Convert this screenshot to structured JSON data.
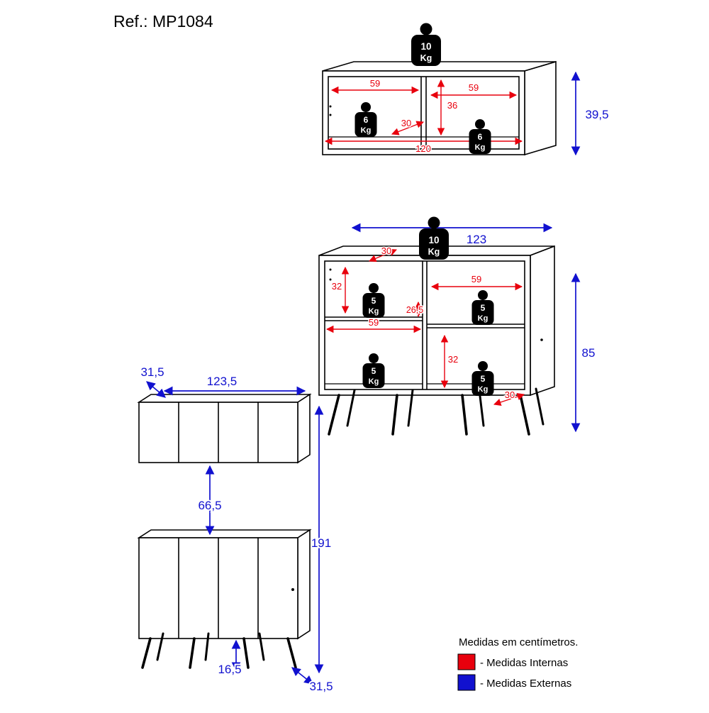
{
  "title": "Ref.: MP1084",
  "colors": {
    "internal": "#e8000d",
    "external": "#1111cf",
    "line": "#000000"
  },
  "legend": {
    "heading": "Medidas em centímetros.",
    "internal_label": "- Medidas Internas",
    "external_label": "- Medidas Externas"
  },
  "wall_cabinet": {
    "weights": {
      "top": {
        "v": "10",
        "u": "Kg"
      },
      "left": {
        "v": "6",
        "u": "Kg"
      },
      "right": {
        "v": "6",
        "u": "Kg"
      }
    },
    "dims": {
      "left_width": "59",
      "right_width": "59",
      "height": "36",
      "depth": "30",
      "width": "120",
      "ext_height": "39,5"
    }
  },
  "base_cabinet": {
    "weights": {
      "top": {
        "v": "10",
        "u": "Kg"
      },
      "s1": {
        "v": "5",
        "u": "Kg"
      },
      "s2": {
        "v": "5",
        "u": "Kg"
      },
      "s3": {
        "v": "5",
        "u": "Kg"
      },
      "s4": {
        "v": "5",
        "u": "Kg"
      }
    },
    "dims": {
      "ext_width": "123",
      "top_depth": "30",
      "ul_height": "32",
      "ur_width": "59",
      "shelf_gap": "26,5",
      "ll_width": "59",
      "lr_height": "32",
      "bottom_depth": "30",
      "ext_height": "85"
    }
  },
  "closed_set": {
    "dims": {
      "wall_depth": "31,5",
      "wall_width": "123,5",
      "gap": "66,5",
      "total_height": "191",
      "leg_height": "16,5",
      "base_depth": "31,5"
    }
  }
}
